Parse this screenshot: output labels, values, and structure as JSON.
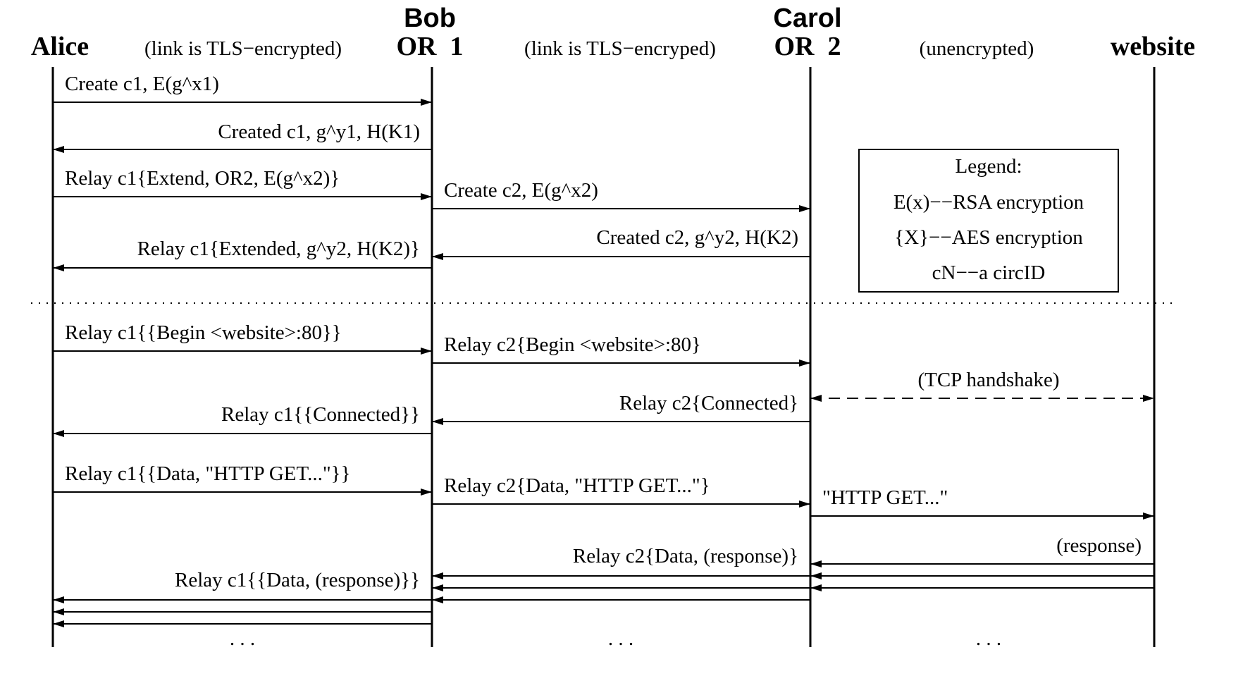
{
  "participants": {
    "alice": {
      "name": "Alice"
    },
    "bob": {
      "name": "Bob",
      "role": "OR  1"
    },
    "carol": {
      "name": "Carol",
      "role": "OR  2"
    },
    "website": {
      "name": "website"
    }
  },
  "link_notes": {
    "alice_bob": "(link is TLS−encrypted)",
    "bob_carol": "(link is TLS−encryped)",
    "carol_website": "(unencrypted)"
  },
  "messages": {
    "m1": "Create c1, E(g^x1)",
    "m2": "Created c1, g^y1, H(K1)",
    "m3": "Relay c1{Extend, OR2, E(g^x2)}",
    "m4": "Create c2, E(g^x2)",
    "m5": "Created c2, g^y2, H(K2)",
    "m6": "Relay c1{Extended, g^y2, H(K2)}",
    "m7": "Relay c1{{Begin <website>:80}}",
    "m8": "Relay c2{Begin <website>:80}",
    "m9": "(TCP handshake)",
    "m10": "Relay c2{Connected}",
    "m11": "Relay c1{{Connected}}",
    "m12": "Relay c1{{Data, \"HTTP GET...\"}}",
    "m13": "Relay c2{Data, \"HTTP GET...\"}",
    "m14": "\"HTTP GET...\"",
    "m15": "(response)",
    "m16": "Relay c2{Data, (response)}",
    "m17": "Relay c1{{Data, (response)}}"
  },
  "legend": {
    "title": "Legend:",
    "line1": "E(x)−−RSA encryption",
    "line2": "{X}−−AES encryption",
    "line3": "cN−−a circID"
  },
  "ellipsis": ". . ."
}
